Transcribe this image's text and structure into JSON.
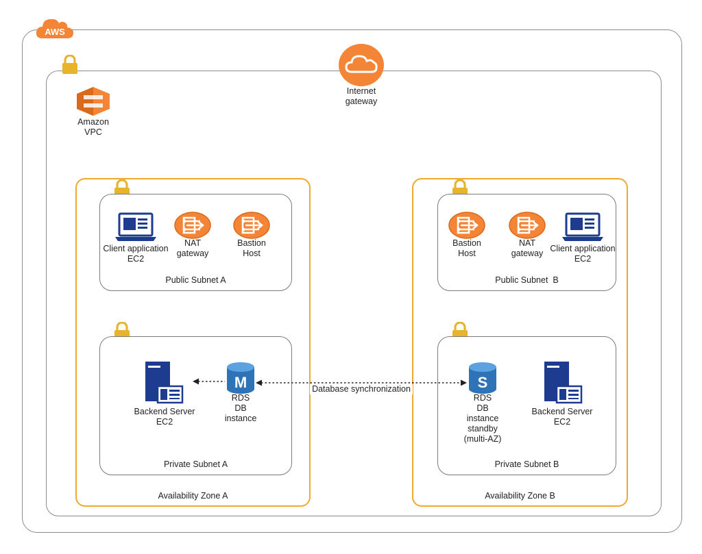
{
  "aws_badge": "AWS",
  "vpc": {
    "line1": "Amazon",
    "line2": "VPC"
  },
  "internet_gateway": {
    "line1": "Internet",
    "line2": "gateway"
  },
  "zone_a": {
    "label": "Availability Zone A",
    "public_subnet": {
      "label": "Public Subnet A",
      "client_app": {
        "line1": "Client application",
        "line2": "EC2"
      },
      "nat": {
        "line1": "NAT",
        "line2": "gateway"
      },
      "bastion": {
        "line1": "Bastion",
        "line2": "Host"
      }
    },
    "private_subnet": {
      "label": "Private Subnet A",
      "backend": {
        "line1": "Backend Server",
        "line2": "EC2"
      },
      "rds": {
        "badge": "M",
        "line1": "RDS",
        "line2": "DB",
        "line3": "instance"
      }
    }
  },
  "zone_b": {
    "label": "Availability Zone B",
    "public_subnet": {
      "label": "Public Subnet  B",
      "bastion": {
        "line1": "Bastion",
        "line2": "Host"
      },
      "nat": {
        "line1": "NAT",
        "line2": "gateway"
      },
      "client_app": {
        "line1": "Client application",
        "line2": "EC2"
      }
    },
    "private_subnet": {
      "label": "Private Subnet B",
      "rds": {
        "badge": "S",
        "line1": "RDS",
        "line2": "DB",
        "line3": "instance",
        "line4": "standby",
        "line5": "(multi-AZ)"
      },
      "backend": {
        "line1": "Backend Server",
        "line2": "EC2"
      }
    }
  },
  "sync_label": "Database synchronization",
  "colors": {
    "orange": "#f58536",
    "gold": "#f0a830",
    "navy": "#1d3b8f",
    "db_blue": "#2e73b8"
  }
}
